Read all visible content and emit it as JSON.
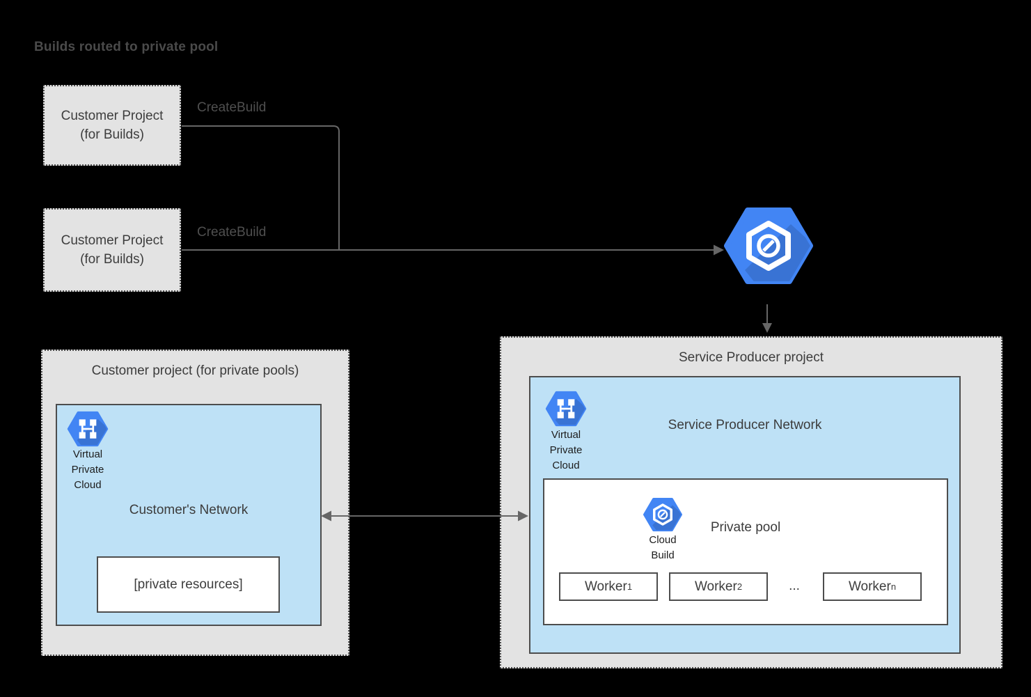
{
  "title": "Builds routed to private pool",
  "colors": {
    "background": "#000000",
    "container_fill": "#e3e3e3",
    "network_fill": "#bee1f6",
    "box_border": "#4d4d4d",
    "connector": "#666666",
    "google_blue": "#4285f4",
    "text": "#3c3c3c"
  },
  "build_projects": [
    {
      "label_line1": "Customer Project",
      "label_line2": "(for Builds)",
      "edge_label": "CreateBuild"
    },
    {
      "label_line1": "Customer Project",
      "label_line2": "(for Builds)",
      "edge_label": "CreateBuild"
    }
  ],
  "customer_pool_project": {
    "label": "Customer project (for private pools)",
    "network": {
      "label": "Customer's Network",
      "vpc_caption": [
        "Virtual",
        "Private",
        "Cloud"
      ],
      "private_resources_label": "[private resources]"
    }
  },
  "service_producer_project": {
    "label": "Service Producer project",
    "network": {
      "label": "Service Producer Network",
      "vpc_caption": [
        "Virtual",
        "Private",
        "Cloud"
      ],
      "private_pool": {
        "label": "Private pool",
        "cloud_build_caption": [
          "Cloud",
          "Build"
        ],
        "workers": [
          {
            "name": "Worker",
            "sub": "1"
          },
          {
            "name": "Worker",
            "sub": "2"
          },
          {
            "name": "Worker",
            "sub": "n"
          }
        ],
        "ellipsis": "..."
      }
    }
  }
}
